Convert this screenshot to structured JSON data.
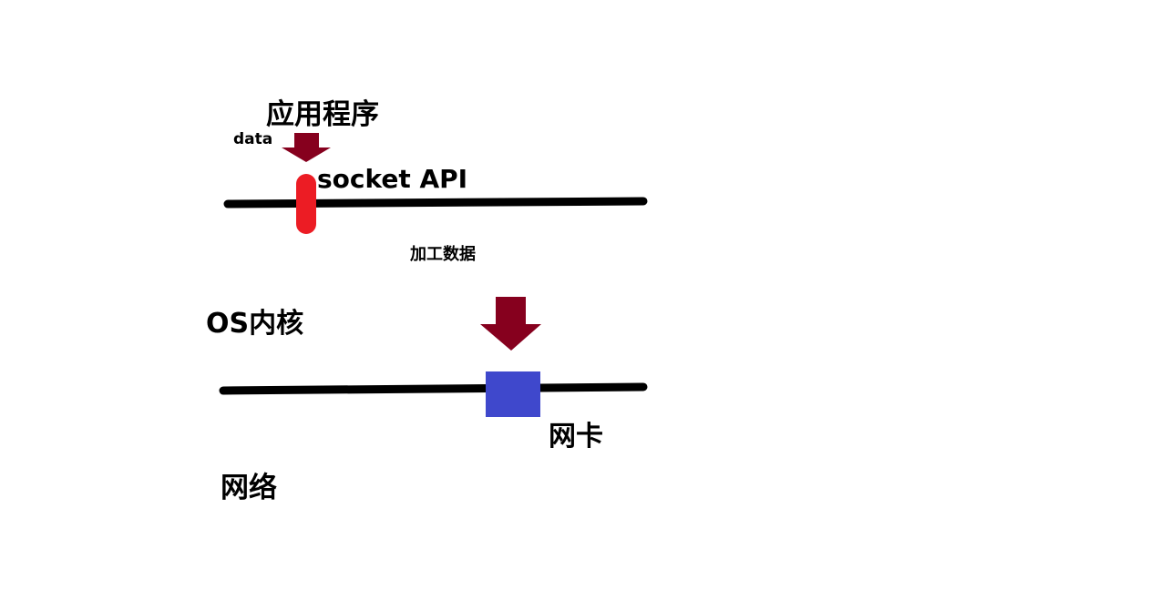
{
  "labels": {
    "application": "应用程序",
    "data": "data",
    "socket_api": "socket API",
    "process_data": "加工数据",
    "os_kernel": "OS内核",
    "nic": "网卡",
    "network": "网络"
  },
  "colors": {
    "arrow": "#86001e",
    "socket_marker": "#ec1c24",
    "nic_box": "#3f48cc",
    "line": "#000000"
  }
}
